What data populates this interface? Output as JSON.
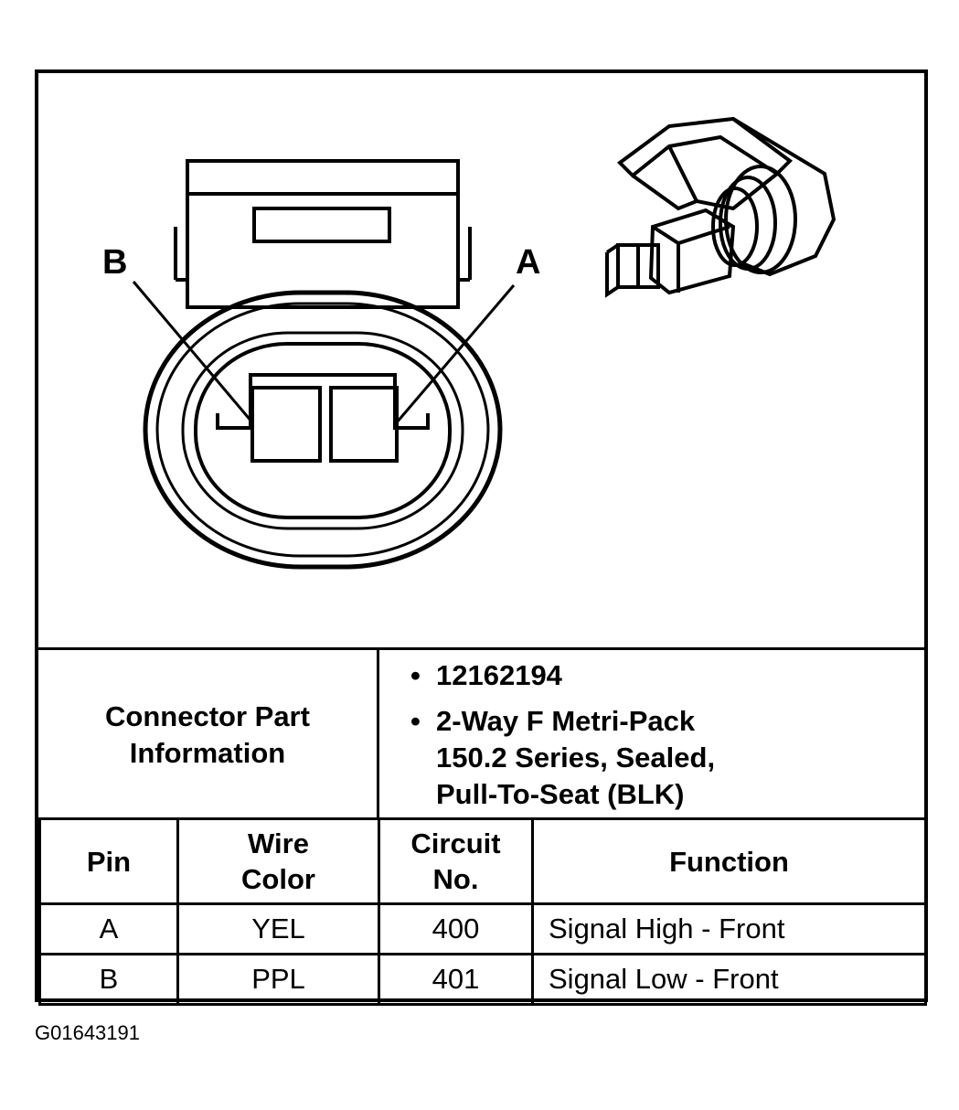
{
  "diagram": {
    "pin_labels": {
      "b": "B",
      "a": "A"
    }
  },
  "info": {
    "label_line1": "Connector Part",
    "label_line2": "Information",
    "bullets": [
      {
        "lines": [
          "12162194"
        ]
      },
      {
        "lines": [
          "2-Way F Metri-Pack",
          "150.2 Series, Sealed,",
          "Pull-To-Seat (BLK)"
        ]
      }
    ],
    "bullet_glyph": "•"
  },
  "table": {
    "headers": {
      "pin": "Pin",
      "wire_line1": "Wire",
      "wire_line2": "Color",
      "circuit_line1": "Circuit",
      "circuit_line2": "No.",
      "function": "Function"
    },
    "rows": [
      {
        "pin": "A",
        "wire": "YEL",
        "circuit": "400",
        "function": "Signal High - Front"
      },
      {
        "pin": "B",
        "wire": "PPL",
        "circuit": "401",
        "function": "Signal Low - Front"
      }
    ]
  },
  "figure_code": "G01643191"
}
